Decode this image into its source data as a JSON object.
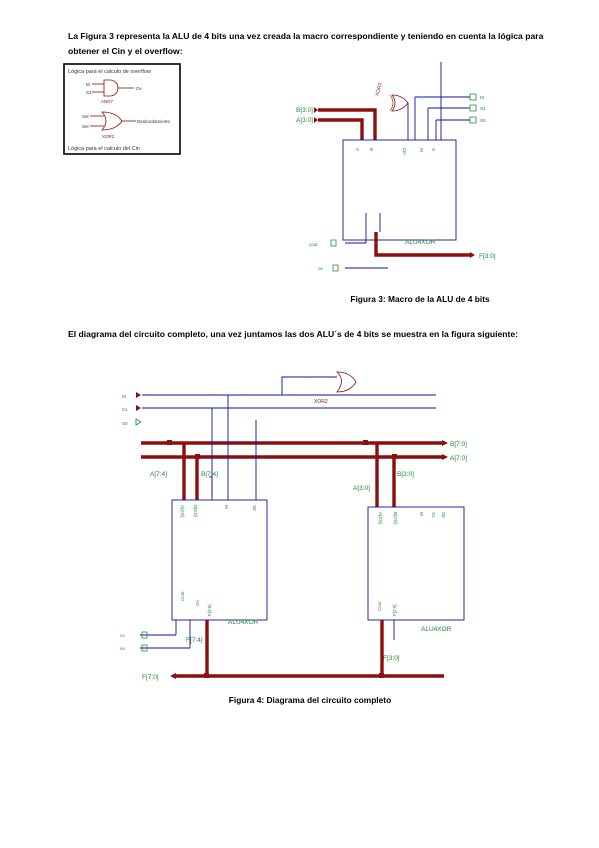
{
  "intro": {
    "text": "La Figura 3 representa la ALU de 4 bits una vez creada la macro correspondiente y teniendo en cuenta la lógica para obtener el Cin y el overflow:"
  },
  "figure3": {
    "caption": "Figura 3: Macro de la ALU de 4 bits",
    "inset": {
      "title": "Lógica para el calculo de overflow",
      "and_label": "AND7",
      "out_label": "Ov",
      "in_labels": [
        "M",
        "S1",
        "Sel",
        "Sel"
      ],
      "or_label": "XOR2",
      "desc_label": "Desbordamiento",
      "footer": "Lógica para el calculo del Cin"
    },
    "bus_b": "B[3:0]",
    "bus_a": "A[3:0]",
    "bus_f": "F[3:0]",
    "block_label": "ALU4XOR",
    "gate_label": "XOR2",
    "left_ports": [
      "cout",
      "ov"
    ],
    "right_ports": [
      "M",
      "S1",
      "S0"
    ]
  },
  "para2": {
    "prefix": "El diagrama del ",
    "bold": "circuito completo",
    "suffix": ", una vez juntamos las dos ALU´s de 4 bits se muestra en la figura siguiente:"
  },
  "figure4": {
    "caption": "Figura 4: Diagrama del circuito completo",
    "gate_label": "XOR2",
    "bus_b": "B[7:0]",
    "bus_a": "A[7:0]",
    "bus_b_hi": "B[7:4]",
    "bus_a_hi": "A[7:4]",
    "bus_a_lo": "A[3:0]",
    "bus_b_lo": "B[3:0]",
    "bus_f_hi": "F[7:4]",
    "bus_f_lo": "F[3:0]",
    "bus_f": "F[7:0]",
    "block_left_label": "ALU4XOR",
    "block_right_label": "ALU4XOR",
    "left_inputs": [
      "M",
      "S1",
      "S0"
    ],
    "left_outputs": [
      "co",
      "ov"
    ],
    "pin_labels": [
      "A[3:0]",
      "B[3:0]",
      "M",
      "S1",
      "S0",
      "Cin",
      "Cout",
      "Ov",
      "F[3:0]"
    ]
  }
}
